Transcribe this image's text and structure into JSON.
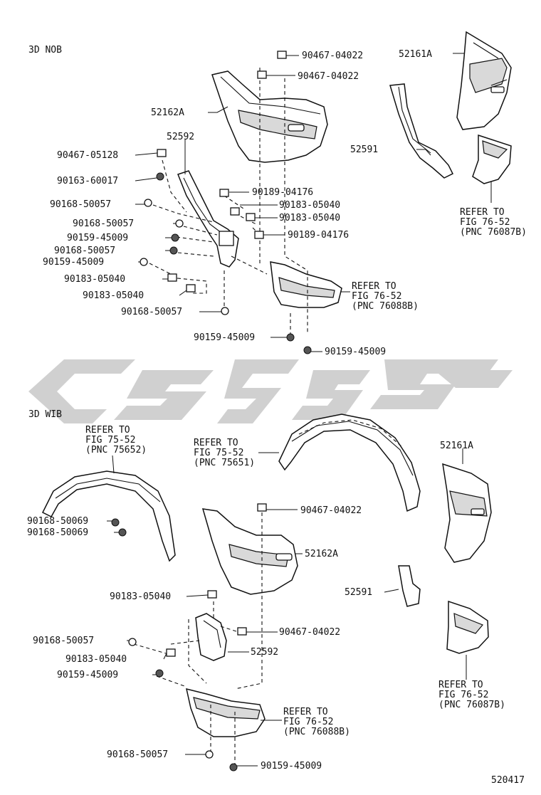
{
  "sections": {
    "nob": "3D NOB",
    "wib": "3D WIB"
  },
  "figure_number": "520417",
  "watermark": "",
  "nob": {
    "p1": "90467-04022",
    "p2": "90467-04022",
    "p3": "52161A",
    "p4": "52162A",
    "p5": "52592",
    "p6": "52591",
    "p7": "90467-05128",
    "p8": "90163-60017",
    "p9": "90189-04176",
    "p10": "90168-50057",
    "p11": "90183-05040",
    "p12": "90168-50057",
    "p13": "90183-05040",
    "p14": "90159-45009",
    "p15": "90189-04176",
    "p16": "90168-50057",
    "p17": "90159-45009",
    "p18": "90183-05040",
    "p19": "90183-05040",
    "p20": "90168-50057",
    "p21": "90159-45009",
    "p22": "90159-45009",
    "ref_a": [
      "REFER TO",
      "FIG 76-52",
      "(PNC 76088B)"
    ],
    "ref_b": [
      "REFER TO",
      "FIG 76-52",
      "(PNC 76087B)"
    ]
  },
  "wib": {
    "ref_c": [
      "REFER TO",
      "FIG 75-52",
      "(PNC 75652)"
    ],
    "ref_d": [
      "REFER TO",
      "FIG 75-52",
      "(PNC 75651)"
    ],
    "p3": "52161A",
    "p23": "90467-04022",
    "p24": "90168-50069",
    "p25": "90168-50069",
    "p4": "52162A",
    "p6": "52591",
    "p26": "90183-05040",
    "p27": "90467-04022",
    "p28": "90168-50057",
    "p5": "52592",
    "p29": "90183-05040",
    "p30": "90159-45009",
    "ref_e": [
      "REFER TO",
      "FIG 76-52",
      "(PNC 76088B)"
    ],
    "ref_f": [
      "REFER TO",
      "FIG 76-52",
      "(PNC 76087B)"
    ],
    "p31": "90168-50057",
    "p32": "90159-45009"
  }
}
